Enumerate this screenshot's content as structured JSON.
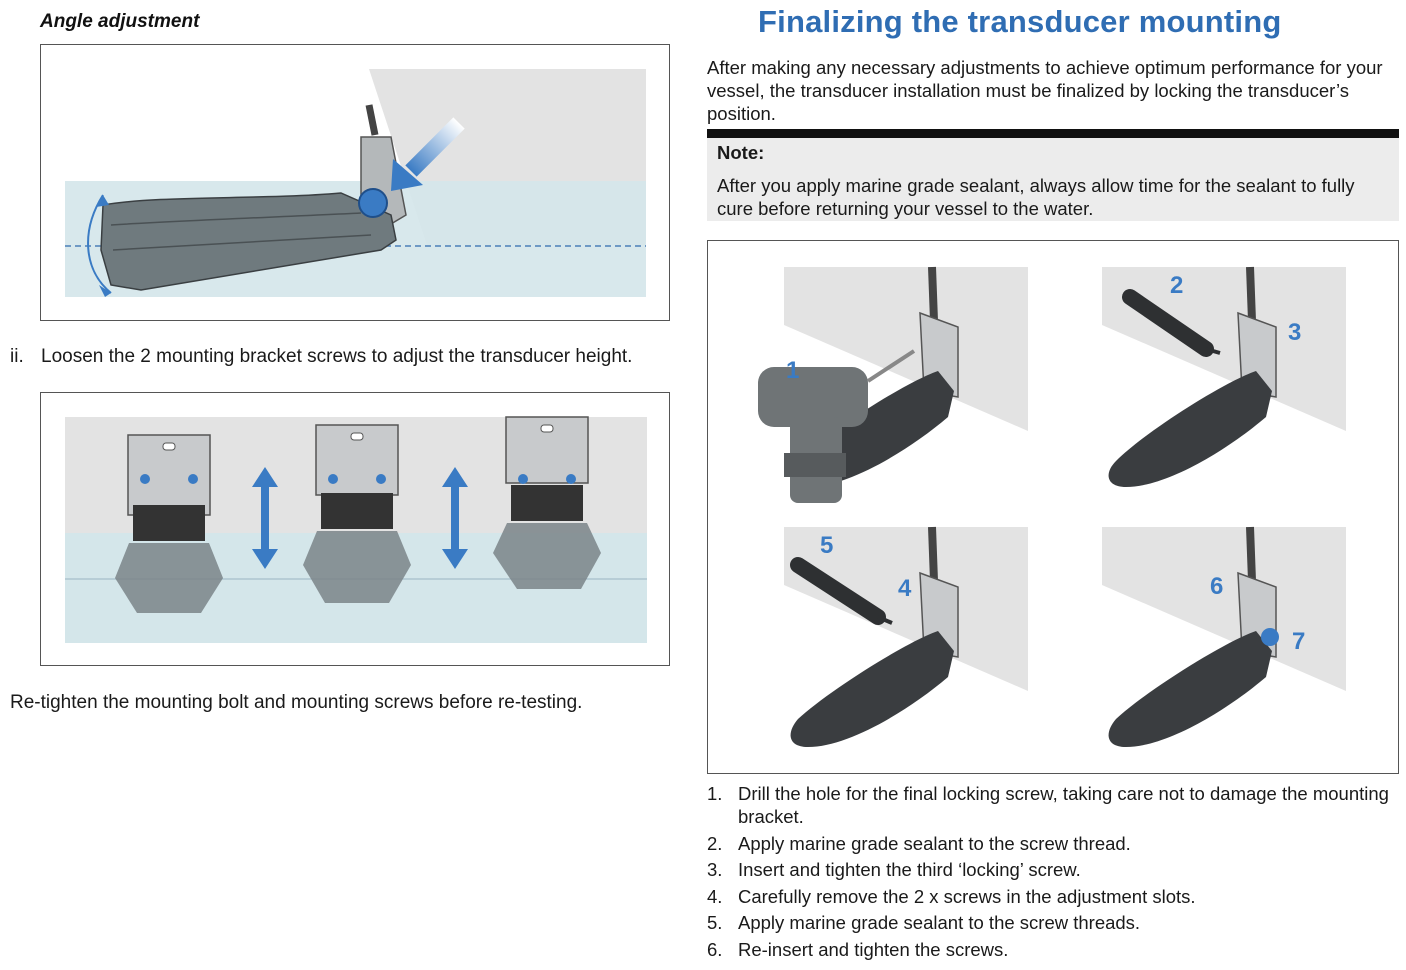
{
  "left": {
    "angle_title": "Angle adjustment",
    "step_ii_num": "ii.",
    "step_ii_text": "Loosen the 2 mounting bracket screws to adjust the transducer height.",
    "retighten": "Re-tighten the mounting bolt and mounting screws before re-testing."
  },
  "right": {
    "heading": "Finalizing the transducer mounting",
    "intro": "After making any necessary adjustments to achieve optimum performance for your vessel, the transducer installation must be finalized by locking the transducer’s position.",
    "note_title": "Note:",
    "note_body": "After you apply marine grade sealant, always allow time for the sealant to fully cure before returning your vessel to the water.",
    "figure_callouts": [
      "1",
      "2",
      "3",
      "4",
      "5",
      "6",
      "7"
    ],
    "steps": [
      {
        "num": "1.",
        "text": "Drill the hole for the final locking screw, taking care not to damage the mounting bracket."
      },
      {
        "num": "2.",
        "text": "Apply marine grade sealant to the screw thread."
      },
      {
        "num": "3.",
        "text": "Insert and tighten the third ‘locking’ screw."
      },
      {
        "num": "4.",
        "text": "Carefully remove the 2 x screws in the adjustment slots."
      },
      {
        "num": "5.",
        "text": "Apply marine grade sealant to the screw threads."
      },
      {
        "num": "6.",
        "text": "Re-insert and tighten the screws."
      }
    ]
  },
  "colors": {
    "heading_blue": "#2f6db3",
    "water": "#d4e6ea",
    "hull": "#e3e3e3",
    "transducer": "#6f7a7e",
    "callout_blue": "#3a7bc4",
    "note_bg": "#ececec"
  }
}
